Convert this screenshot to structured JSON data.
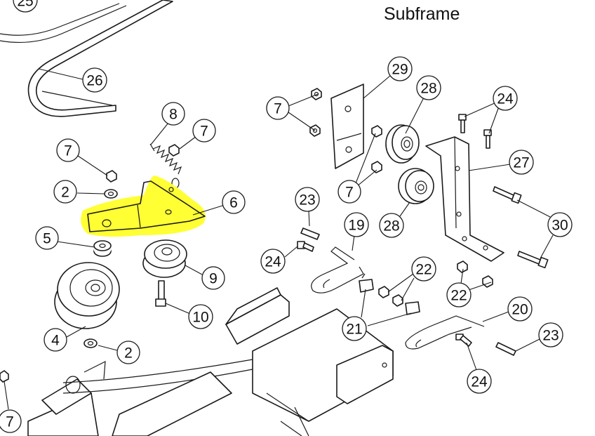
{
  "title": "Subframe",
  "highlight_color": "#ffff33",
  "callouts": [
    {
      "id": "c25",
      "label": "25"
    },
    {
      "id": "c26",
      "label": "26"
    },
    {
      "id": "c29",
      "label": "29"
    },
    {
      "id": "c28a",
      "label": "28"
    },
    {
      "id": "c24a",
      "label": "24"
    },
    {
      "id": "c27",
      "label": "27"
    },
    {
      "id": "c7a",
      "label": "7"
    },
    {
      "id": "c7b",
      "label": "7"
    },
    {
      "id": "c8",
      "label": "8"
    },
    {
      "id": "c7c",
      "label": "7"
    },
    {
      "id": "c7d",
      "label": "7"
    },
    {
      "id": "c2a",
      "label": "2"
    },
    {
      "id": "c6",
      "label": "6"
    },
    {
      "id": "c23a",
      "label": "23"
    },
    {
      "id": "c19",
      "label": "19"
    },
    {
      "id": "c28b",
      "label": "28"
    },
    {
      "id": "c30",
      "label": "30"
    },
    {
      "id": "c5",
      "label": "5"
    },
    {
      "id": "c24b",
      "label": "24"
    },
    {
      "id": "c9",
      "label": "9"
    },
    {
      "id": "c22a",
      "label": "22"
    },
    {
      "id": "c22b",
      "label": "22"
    },
    {
      "id": "c10",
      "label": "10"
    },
    {
      "id": "c20",
      "label": "20"
    },
    {
      "id": "c21",
      "label": "21"
    },
    {
      "id": "c4",
      "label": "4"
    },
    {
      "id": "c2b",
      "label": "2"
    },
    {
      "id": "c23b",
      "label": "23"
    },
    {
      "id": "c24c",
      "label": "24"
    },
    {
      "id": "c7e",
      "label": "7"
    }
  ]
}
